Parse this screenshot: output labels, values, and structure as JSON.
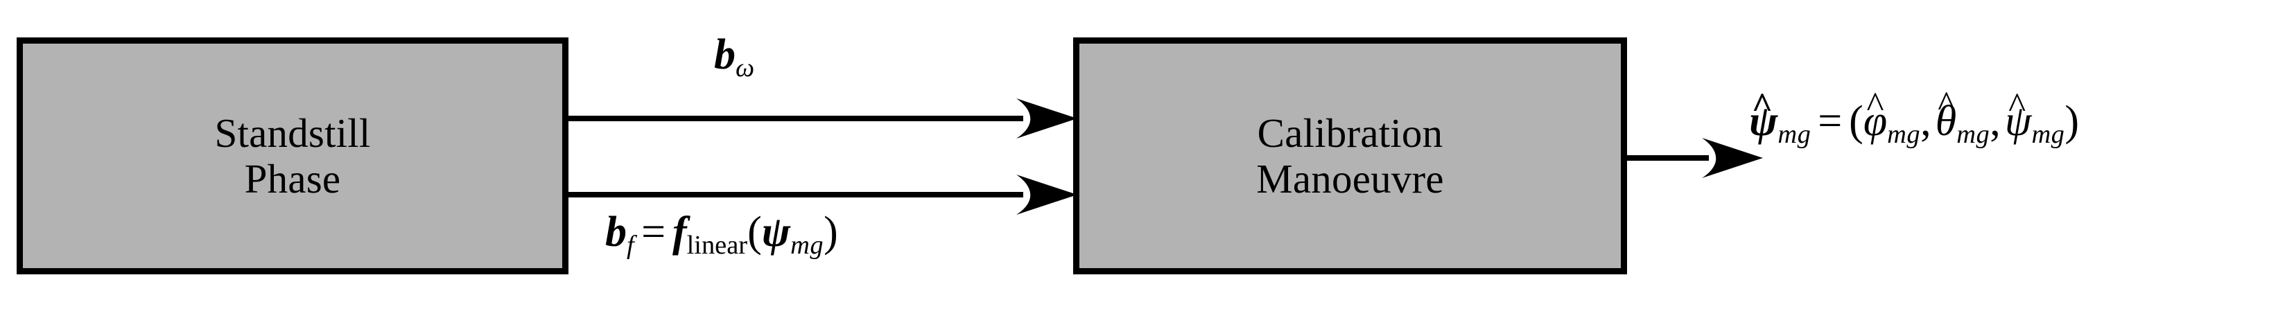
{
  "diagram": {
    "title": "Calibration signal-flow block diagram",
    "background_color": "#ffffff",
    "box_fill_color": "#b3b3b3",
    "stroke_color": "#000000",
    "blocks": [
      {
        "id": "standstill-phase",
        "line1": "Standstill",
        "line2": "Phase"
      },
      {
        "id": "calibration-manoeuvre",
        "line1": "Calibration",
        "line2": "Manoeuvre"
      }
    ],
    "connectors": [
      {
        "id": "gyro-bias",
        "from": "standstill-phase",
        "to": "calibration-manoeuvre",
        "label_plain": "b_ω",
        "symbol": "b",
        "subscript": "ω"
      },
      {
        "id": "accel-bias",
        "from": "standstill-phase",
        "to": "calibration-manoeuvre",
        "label_plain": "b_f = f_linear(ψ_mg)",
        "lhs_symbol": "b",
        "lhs_subscript": "f",
        "equals": "=",
        "rhs_function": "f",
        "rhs_function_subscript": "linear",
        "open_paren": "(",
        "rhs_argument": "ψ",
        "rhs_argument_subscript": "mg",
        "close_paren": ")"
      },
      {
        "id": "attitude-output",
        "from": "calibration-manoeuvre",
        "to": "output",
        "label_plain": "ψ̂_mg = (φ̂_mg, θ̂_mg, ψ̂_mg)",
        "lhs_symbol": "ψ",
        "lhs_hat": "^",
        "lhs_subscript": "mg",
        "equals": "=",
        "open_paren": "(",
        "components": [
          {
            "symbol": "φ",
            "hat": "^",
            "subscript": "mg"
          },
          {
            "symbol": "θ",
            "hat": "^",
            "subscript": "mg"
          },
          {
            "symbol": "ψ",
            "hat": "^",
            "subscript": "mg"
          }
        ],
        "separator": ",",
        "close_paren": ")"
      }
    ]
  }
}
